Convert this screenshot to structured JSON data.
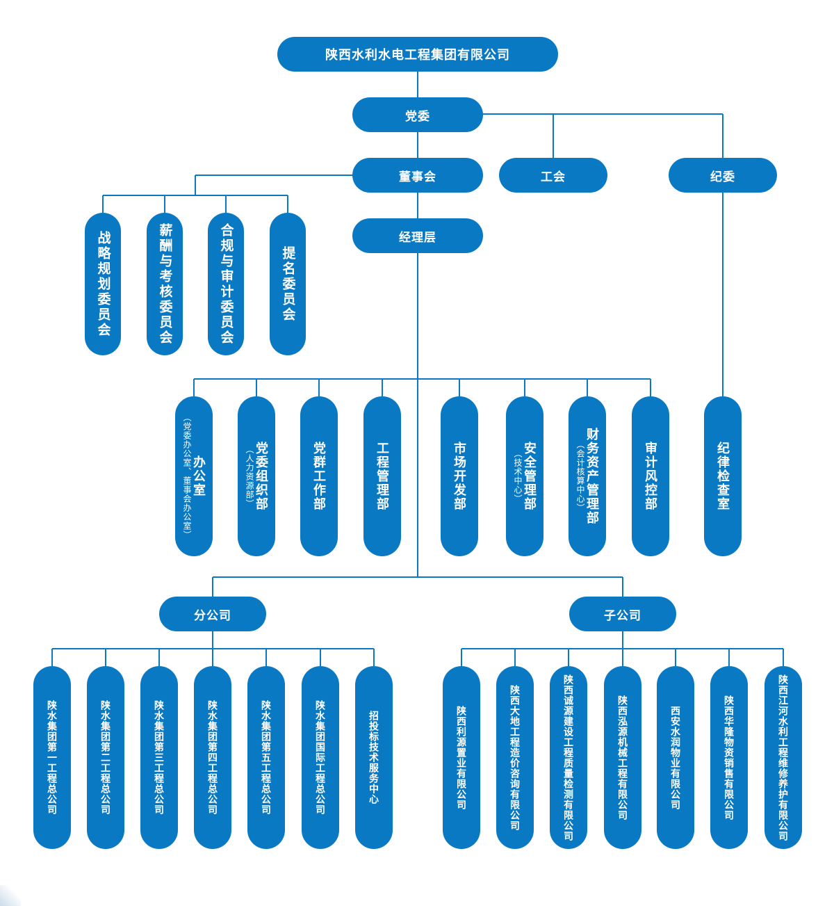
{
  "colors": {
    "box": "#0a79c3",
    "line": "#0a79c3",
    "text": "#ffffff"
  },
  "top": {
    "company": "陕西水利水电工程集团有限公司",
    "party_committee": "党委",
    "board": "董事会",
    "union": "工会",
    "discipline": "纪委",
    "management": "经理层"
  },
  "committees": [
    "战略规划委员会",
    "薪酬与考核委员会",
    "合规与审计委员会",
    "提名委员会"
  ],
  "departments": [
    {
      "name": "办公室",
      "note": "（党委办公室、董事会办公室）"
    },
    {
      "name": "党委组织部",
      "note": "（人力资源部）"
    },
    {
      "name": "党群工作部",
      "note": ""
    },
    {
      "name": "工程管理部",
      "note": ""
    },
    {
      "name": "市场开发部",
      "note": ""
    },
    {
      "name": "安全管理部",
      "note": "（技术中心）"
    },
    {
      "name": "财务资产管理部",
      "note": "（会计核算中心）"
    },
    {
      "name": "审计风控部",
      "note": ""
    }
  ],
  "discipline_office": "纪律检查室",
  "branch": {
    "label": "分公司",
    "items": [
      "陕水集团第一工程总公司",
      "陕水集团第二工程总公司",
      "陕水集团第三工程总公司",
      "陕水集团第四工程总公司",
      "陕水集团第五工程总公司",
      "陕水集团国际工程总公司",
      "招投标技术服务中心"
    ]
  },
  "subsidiary": {
    "label": "子公司",
    "items": [
      "陕西利源置业有限公司",
      "陕西大地工程造价咨询有限公司",
      "陕西诚源建设工程质量检测有限公司",
      "陕西泓源机械工程有限公司",
      "西安水润物业有限公司",
      "陕西华隆物资销售有限公司",
      "陕西江河水利工程维修养护有限公司"
    ]
  }
}
